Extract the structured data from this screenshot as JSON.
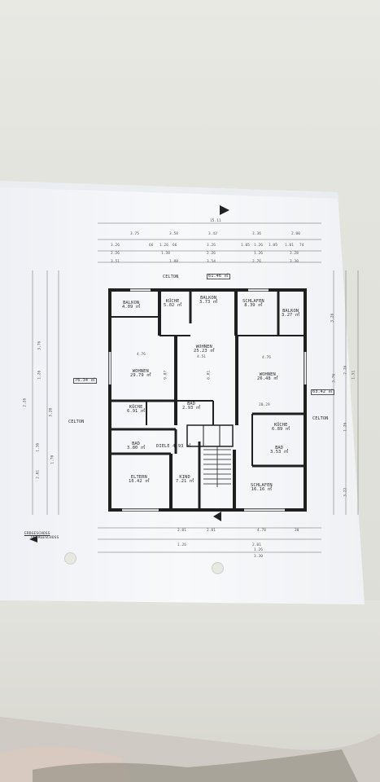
{
  "plan": {
    "top_dims": {
      "row1": [
        "3.75",
        "3.58",
        "3.42",
        "3.36",
        "2.00"
      ],
      "row2": [
        "3.26",
        "66",
        "1.26",
        "66",
        "3.26",
        "1.05",
        "1.26",
        "1.05",
        "1.01",
        "74"
      ],
      "row3": [
        "2.26",
        "1.38",
        "2.26",
        "1.26",
        "3.28"
      ],
      "row4": [
        "3.51",
        "1.88",
        "3.54",
        "2.76",
        "3.30"
      ],
      "total": "15.11"
    },
    "bottom_dims": {
      "row1": [
        "2.01",
        "2.01",
        "4.70",
        "30"
      ],
      "row2": [
        "1.26",
        "2.01",
        "1.26"
      ],
      "row3": [
        "3.30"
      ]
    },
    "side_dims_left": [
      "2.26",
      "3.76",
      "1.26",
      "3.20",
      "1.70",
      "2.01",
      "1.36"
    ],
    "side_dims_right": [
      "2.26",
      "1.51",
      "3.26",
      "3.76",
      "1.26",
      "3.22"
    ],
    "rooms": {
      "balkon_left": {
        "name": "BALKON",
        "area": "4.09 ㎡"
      },
      "kueche_top": {
        "name": "KÜCHE",
        "area": "5.02 ㎡"
      },
      "balkon_mid": {
        "name": "BALKON",
        "area": "3.73 ㎡"
      },
      "schlafen_top": {
        "name": "SCHLAFEN",
        "area": "8.39 ㎡"
      },
      "balkon_right": {
        "name": "BALKON",
        "area": "3.27 ㎡"
      },
      "wohnen_left": {
        "name": "WOHNEN",
        "area": "29.79 ㎡"
      },
      "wohnen_mid": {
        "name": "WOHNEN",
        "area": "25.23 ㎡"
      },
      "wohnen_right": {
        "name": "WOHNEN",
        "area": "26.48 ㎡"
      },
      "kueche_left": {
        "name": "KÜCHE",
        "area": "6.91 ㎡"
      },
      "bad_mid": {
        "name": "BAD",
        "area": "2.93 ㎡"
      },
      "kueche_right": {
        "name": "KÜCHE",
        "area": "6.89 ㎡"
      },
      "bad_left": {
        "name": "BAD",
        "area": "3.80 ㎡"
      },
      "diele": {
        "name": "DIELE",
        "area": "4.93 ㎡"
      },
      "bad_right": {
        "name": "BAD",
        "area": "3.53 ㎡"
      },
      "eltern": {
        "name": "ELTERN",
        "area": "16.42 ㎡"
      },
      "kind": {
        "name": "KIND",
        "area": "7.21 ㎡"
      },
      "schlafen_bottom": {
        "name": "SCHLAFEN",
        "area": "16.16 ㎡"
      }
    },
    "misc_labels": {
      "celton_top": "CELTON",
      "celton_left": "CELTON",
      "celton_right": "CELTON",
      "area_left": "76.34 ㎡",
      "area_right": "63.42 ㎡",
      "area_top": "61.46 ㎡",
      "dim_476_left": "4.76",
      "dim_476_right": "4.76",
      "dim_451": "4.51",
      "dim_907": "9.07",
      "dim_601": "6.01",
      "dim_2029": "20.29"
    },
    "legend": {
      "line1": "ERDGESCHOSS",
      "line2": "OBERGESCHOSS"
    }
  },
  "colors": {
    "wall": "#1f1f1f",
    "paper": "#f7f8fb",
    "background": "#e6e6e0",
    "text": "#2b2b2b"
  }
}
